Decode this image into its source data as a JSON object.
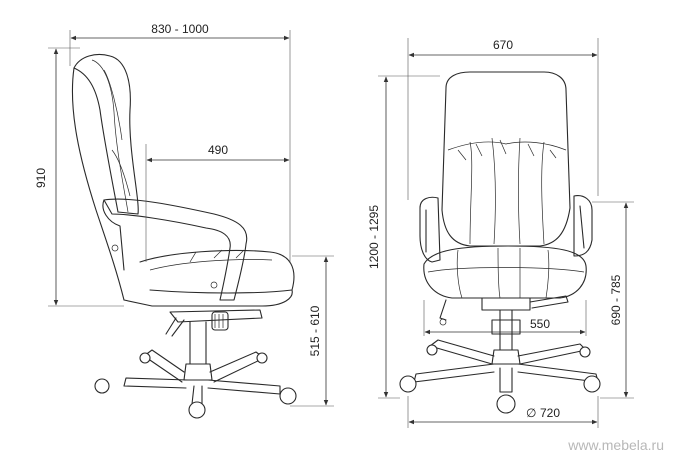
{
  "dimensions": {
    "side_depth": "830 - 1000",
    "seat_depth": "490",
    "side_height": "910",
    "seat_height": "515 - 610",
    "front_width": "670",
    "total_height": "1200 - 1295",
    "armrest_height": "690 - 785",
    "seat_width": "550",
    "base_diameter": "720",
    "diameter_symbol": "∅"
  },
  "watermark": "www.mebela.ru"
}
